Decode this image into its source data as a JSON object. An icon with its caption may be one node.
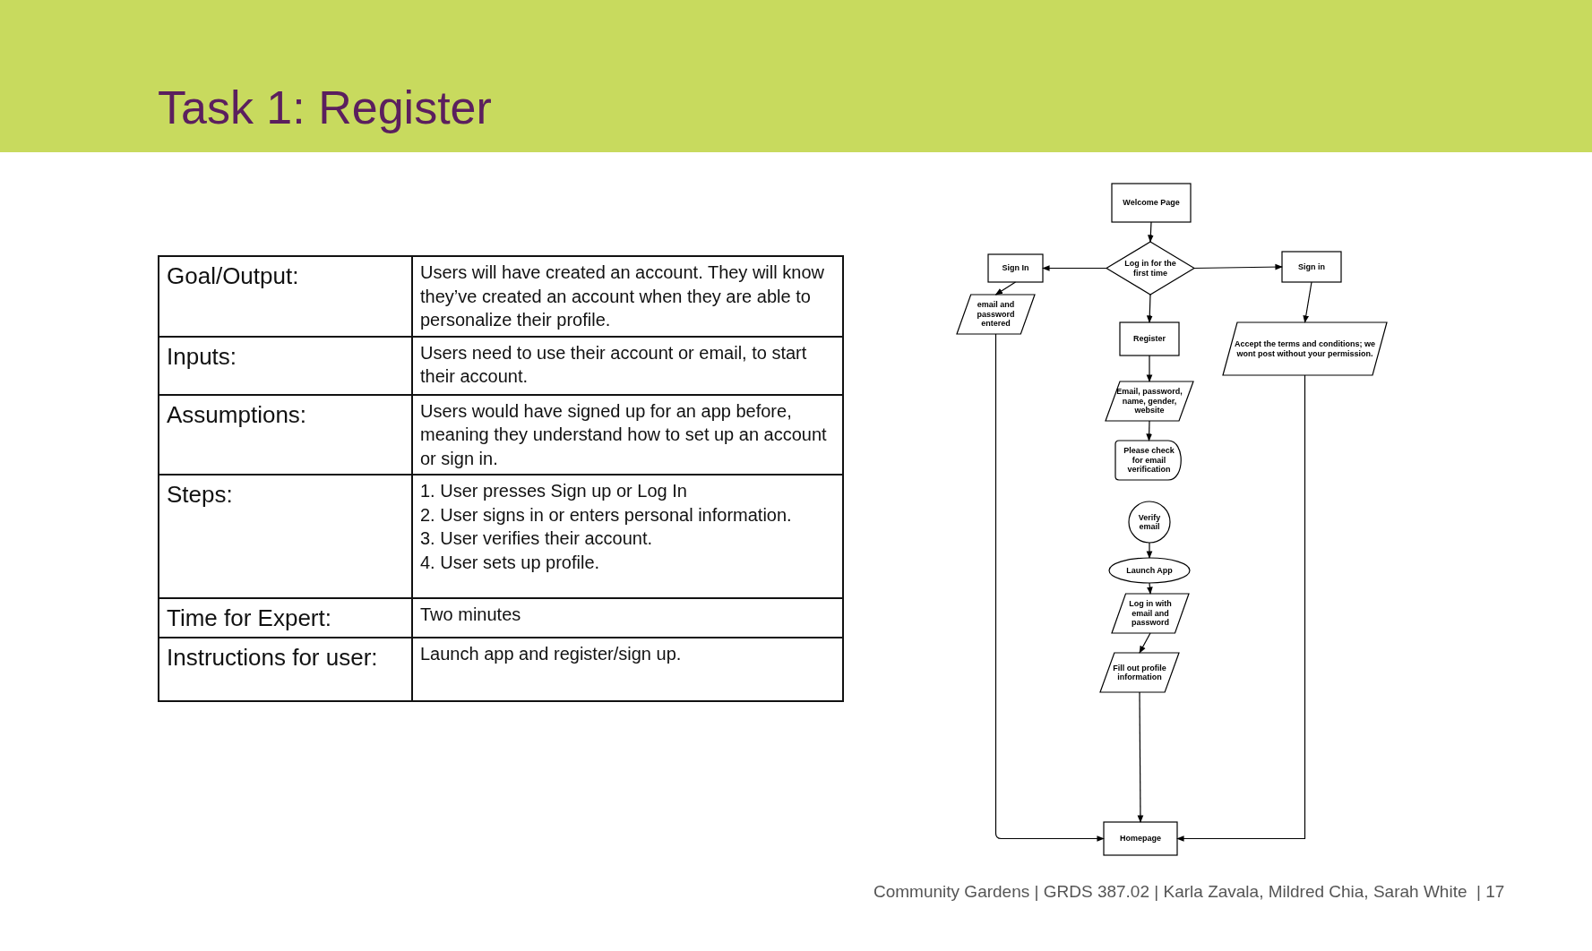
{
  "diagram": {
    "title": "Task 1: Register",
    "nodes": [
      {
        "text": [
          "Welcome Page"
        ]
      },
      {
        "text": [
          "Sign In"
        ]
      },
      {
        "text": [
          "Log in for the first time"
        ]
      },
      {
        "text": [
          "Sign in"
        ]
      },
      {
        "text": [
          "email and password entered"
        ]
      },
      {
        "text": [
          "Register"
        ]
      },
      {
        "text": [
          "Accept the terms and conditions; we wont post without your permission."
        ]
      },
      {
        "text": [
          "Email, password, name, gender, website"
        ]
      },
      {
        "text": [
          "Please check for email verification"
        ]
      },
      {
        "text": [
          "Verify email"
        ]
      },
      {
        "text": [
          "Launch App"
        ]
      },
      {
        "text": [
          "Log in with email and password"
        ]
      },
      {
        "text": [
          "Fill out profile information"
        ]
      },
      {
        "text": [
          "Homepage"
        ]
      }
    ],
    "edges": [
      {
        "from": 0,
        "to": 2,
        "arrow": "to"
      },
      {
        "from": 2,
        "to": 1,
        "arrow": "to"
      },
      {
        "from": 2,
        "to": 3,
        "arrow": "to"
      },
      {
        "from": 1,
        "to": 4,
        "arrow": "to"
      },
      {
        "from": 2,
        "to": 5,
        "arrow": "to"
      },
      {
        "from": 3,
        "to": 6,
        "arrow": "to"
      },
      {
        "from": 5,
        "to": 7,
        "arrow": "to"
      },
      {
        "from": 7,
        "to": 8,
        "arrow": "to"
      },
      {
        "from": 9,
        "to": 10,
        "arrow": "to"
      },
      {
        "from": 10,
        "to": 11,
        "arrow": "to"
      },
      {
        "from": 11,
        "to": 12,
        "arrow": "to"
      },
      {
        "from": 12,
        "to": 13,
        "arrow": "to"
      },
      {
        "from": 4,
        "to": 13,
        "arrow": "to"
      },
      {
        "from": 6,
        "to": 13,
        "arrow": "to"
      }
    ],
    "labels": [
      "Goal/Output:",
      "Users will have created an account. They will know they’ve created an account when they are able to personalize their profile.",
      "Inputs:",
      "Users need to use their account or email, to start their account.",
      "Assumptions:",
      "Users would have signed up for an app before, meaning they understand how to set up an account or sign in.",
      "Steps:",
      "1. User presses Sign up or Log In",
      "2. User signs in or enters personal information.",
      "3. User verifies their account.",
      "4. User sets up profile.",
      "Time for Expert:",
      "Two minutes",
      "Instructions for user:",
      "Launch app and register/sign up.",
      "Community Gardens | GRDS 387.02 | Karla Zavala, Mildred Chia, Sarah White  | 17"
    ]
  }
}
